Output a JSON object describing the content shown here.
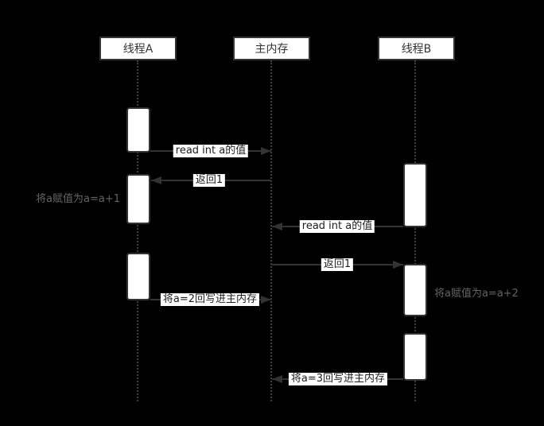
{
  "diagram": {
    "type": "sequence-diagram",
    "background_color": "#000000",
    "line_color": "#333333",
    "box_fill_color": "#ffffff",
    "note_text_color": "#646464",
    "actors": [
      {
        "id": "thread-a",
        "label": "线程A"
      },
      {
        "id": "main-memory",
        "label": "主内存"
      },
      {
        "id": "thread-b",
        "label": "线程B"
      }
    ],
    "messages": [
      {
        "label": "read int a的值",
        "from": "线程A",
        "to": "主内存",
        "direction": "right"
      },
      {
        "label": "返回1",
        "from": "主内存",
        "to": "线程A",
        "direction": "left"
      },
      {
        "label": "read int a的值",
        "from": "线程B",
        "to": "主内存",
        "direction": "left"
      },
      {
        "label": "返回1",
        "from": "主内存",
        "to": "线程B",
        "direction": "right"
      },
      {
        "label": "将a=2回写进主内存",
        "from": "线程A",
        "to": "主内存",
        "direction": "right"
      },
      {
        "label": "将a=3回写进主内存",
        "from": "线程B",
        "to": "主内存",
        "direction": "left"
      }
    ],
    "notes": [
      {
        "label": "将a赋值为a=a+1",
        "attached_to": "线程A",
        "side": "left"
      },
      {
        "label": "将a赋值为a=a+2",
        "attached_to": "线程B",
        "side": "right"
      }
    ]
  }
}
